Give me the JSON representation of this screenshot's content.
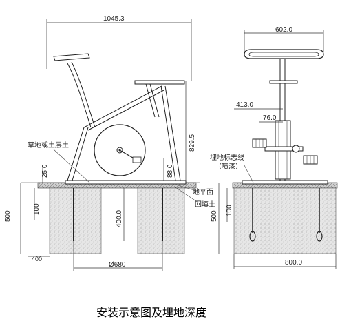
{
  "dims": {
    "total_width": "1045.3",
    "top_width": "602.0",
    "height": "829.5",
    "offset_413": "413.0",
    "offset_76": "76.0",
    "d25": "25.0",
    "d88": "88.0",
    "d100_left": "100",
    "d100_right": "100",
    "d500_left": "500",
    "d500_right": "500",
    "d400_vertical": "400.0",
    "d400_horizontal": "400",
    "diameter": "Ø680",
    "base_width": "800.0"
  },
  "labels": {
    "grass": "草地或土层土",
    "ground": "地平面",
    "backfill": "回填土",
    "marker_line": "埋地标志线",
    "paint": "（喷漆）"
  },
  "caption": "安装示意图及埋地深度"
}
